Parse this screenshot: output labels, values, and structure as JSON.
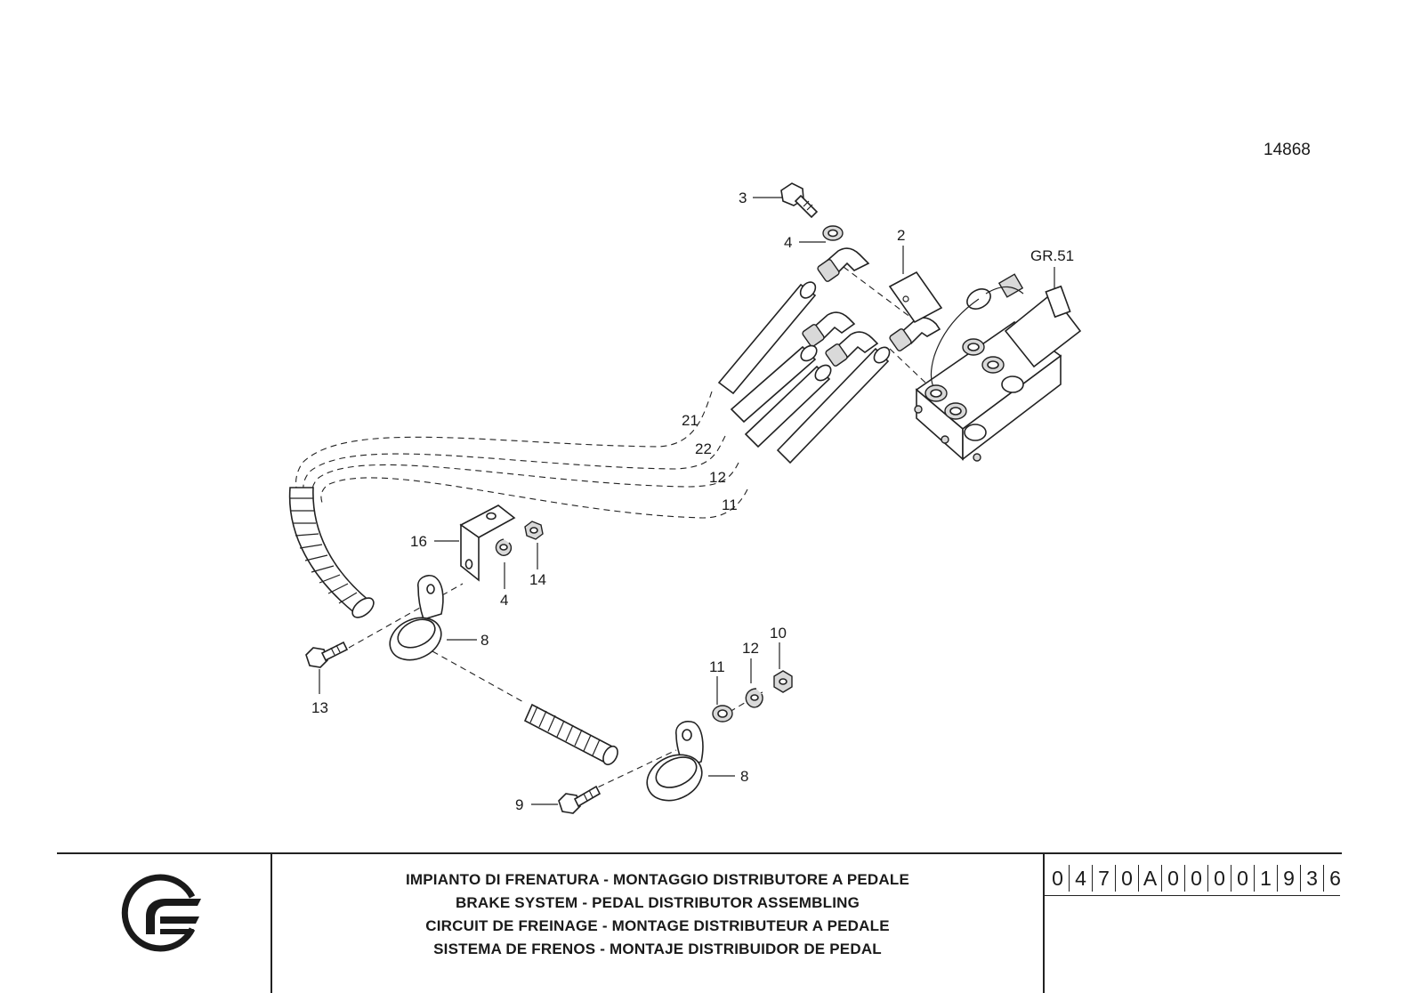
{
  "drawing": {
    "reference_number": "14868",
    "group_callout": "GR.51",
    "callouts": [
      "3",
      "4",
      "2",
      "21",
      "22",
      "12",
      "11",
      "16",
      "14",
      "4",
      "8",
      "13",
      "10",
      "12",
      "11",
      "8",
      "9"
    ]
  },
  "title_block": {
    "titles": [
      "IMPIANTO DI FRENATURA - MONTAGGIO DISTRIBUTORE A PEDALE",
      "BRAKE SYSTEM - PEDAL DISTRIBUTOR ASSEMBLING",
      "CIRCUIT DE FREINAGE - MONTAGE DISTRIBUTEUR A PEDALE",
      "SISTEMA DE FRENOS - MONTAJE DISTRIBUIDOR DE PEDAL"
    ],
    "code_chars": [
      "0",
      "4",
      "7",
      "0",
      "A",
      "0",
      "0",
      "0",
      "0",
      "1",
      "9",
      "3",
      "6"
    ]
  }
}
